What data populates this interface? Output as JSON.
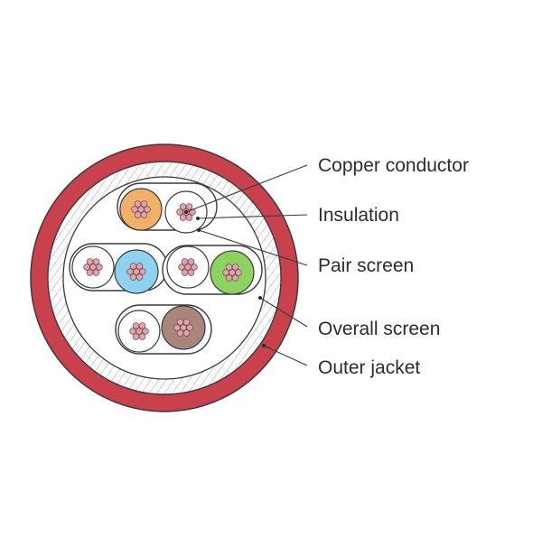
{
  "labels": {
    "copper_conductor": "Copper conductor",
    "insulation": "Insulation",
    "pair_screen": "Pair screen",
    "overall_screen": "Overall screen",
    "outer_jacket": "Outer jacket"
  },
  "colors": {
    "jacket": "#c9414c",
    "outline": "#3a3a3a",
    "strand": "#e1a2aa",
    "core_orange": "#f1b068",
    "core_blue": "#8dd3f0",
    "core_green": "#8cd45f",
    "core_brown": "#a8867b",
    "core_white": "#ffffff"
  },
  "pairs": [
    {
      "name": "pair-1",
      "colors": [
        "orange",
        "white"
      ]
    },
    {
      "name": "pair-2",
      "colors": [
        "white",
        "blue"
      ]
    },
    {
      "name": "pair-3",
      "colors": [
        "white",
        "green"
      ]
    },
    {
      "name": "pair-4",
      "colors": [
        "white",
        "brown"
      ]
    }
  ]
}
